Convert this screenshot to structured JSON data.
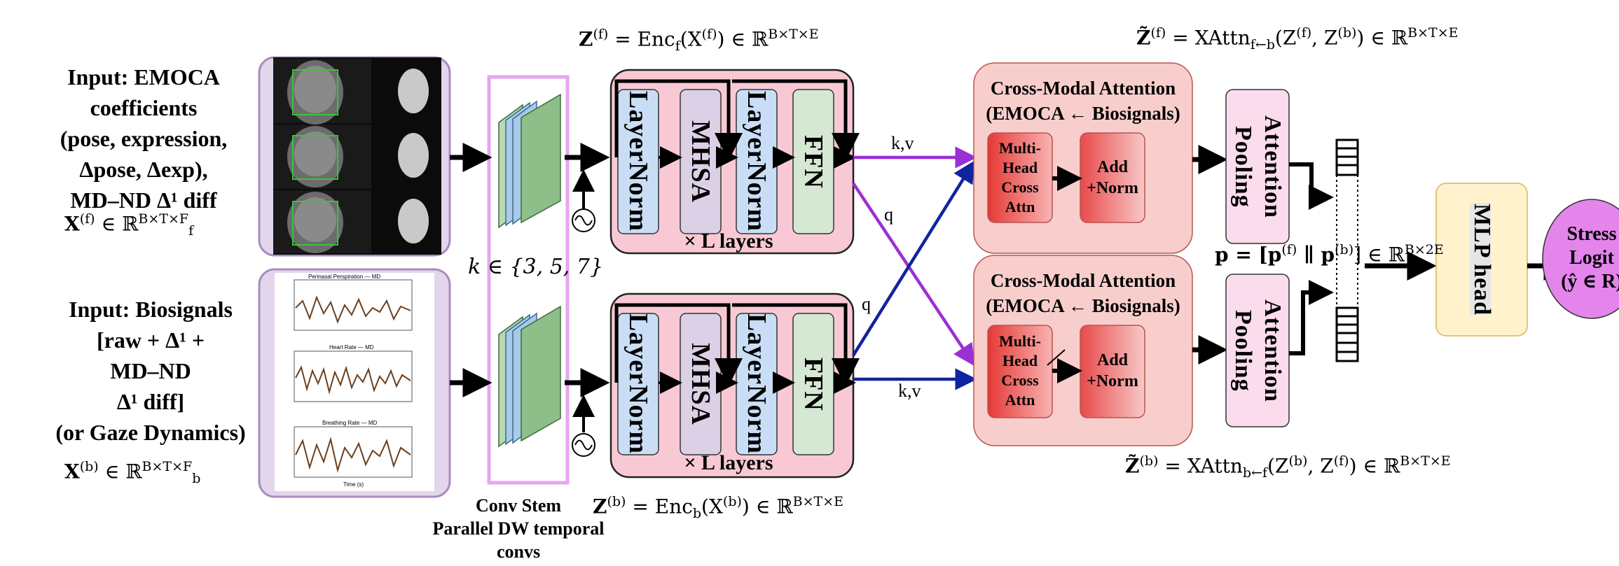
{
  "inputs": {
    "emoca_title_lines": [
      "Input: EMOCA",
      "coefficients",
      "(pose, expression,",
      "Δpose, Δexp),",
      "MD–ND Δ¹ diff"
    ],
    "emoca_symbol": "X",
    "emoca_symbol_sup": "(f)",
    "emoca_space": "∈ ℝ",
    "emoca_space_sup": "B×T×F",
    "emoca_space_sub": "f",
    "bio_title_lines": [
      "Input: Biosignals",
      "[raw + Δ¹ +",
      "MD–ND",
      "Δ¹ diff]",
      "(or Gaze Dynamics)"
    ],
    "bio_symbol": "X",
    "bio_symbol_sup": "(b)",
    "bio_space": "∈ ℝ",
    "bio_space_sup": "B×T×F",
    "bio_space_sub": "b"
  },
  "thumbnails": {
    "plot_titles": [
      "Perinasal Perspiration — MD",
      "Heart Rate — MD",
      "Breathing Rate — MD"
    ],
    "plot_xlabel": "Time (s)"
  },
  "conv_stem": {
    "kernel_label": "k ∈ {3, 5, 7}",
    "caption_lines": [
      "Conv Stem",
      "Parallel DW temporal",
      "convs"
    ]
  },
  "encoder": {
    "top_eq": {
      "lhs": "Z",
      "sup": "(f)",
      "mid": " = Enc",
      "sub": "f",
      "arg": "(X",
      "argsup": "(f)",
      "rhs": ") ∈ ℝ",
      "rhssup": "B×T×E"
    },
    "bottom_eq": {
      "lhs": "Z",
      "sup": "(b)",
      "mid": " = Enc",
      "sub": "b",
      "arg": "(X",
      "argsup": "(b)",
      "rhs": ") ∈ ℝ",
      "rhssup": "B×T×E"
    },
    "blocks": [
      "LayerNorm",
      "MHSA",
      "LayerNorm",
      "FFN"
    ],
    "layers_label": "× L layers"
  },
  "edges": {
    "kv": "k,v",
    "q": "q"
  },
  "cross_attention": {
    "title_line1": "Cross-Modal Attention",
    "title_line2": "(EMOCA ← Biosignals)",
    "mhca_lines": [
      "Multi-",
      "Head",
      "Cross",
      "Attn"
    ],
    "addnorm_lines": [
      "Add",
      "+Norm"
    ],
    "top_eq": {
      "lhs": "Z̃",
      "sup": "(f)",
      "mid": " = XAttn",
      "sub": "f←b",
      "arg": "(Z",
      "a1sup": "(f)",
      "comma": ", Z",
      "a2sup": "(b)",
      "rhs": ") ∈ ℝ",
      "rhssup": "B×T×E"
    },
    "bottom_eq": {
      "lhs": "Z̃",
      "sup": "(b)",
      "mid": " = XAttn",
      "sub": "b←f",
      "arg": "(Z",
      "a1sup": "(b)",
      "comma": ", Z",
      "a2sup": "(f)",
      "rhs": ") ∈ ℝ",
      "rhssup": "B×T×E"
    }
  },
  "pooling": {
    "label": "Attention Pooling"
  },
  "concat": {
    "eq": {
      "lhs": "p = [p",
      "s1": "(f)",
      "mid": " ∥ p",
      "s2": "(b)",
      "rhs": "] ∈ ℝ",
      "rsup": "B×2E"
    }
  },
  "mlp": {
    "label": "MLP head"
  },
  "output": {
    "lines": [
      "Stress",
      "Logit",
      "(ŷ ∈ R)"
    ]
  },
  "colors": {
    "purple_panel": "#e3d6ec",
    "purple_border": "#a98bbf",
    "encoder_fill": "#f8c9d4",
    "layernorm_fill": "#c9def6",
    "mhsa_fill": "#dcd0e6",
    "ffn_fill": "#d5e8d4",
    "cross_fill": "#f8cecc",
    "pool_fill": "#fadcec",
    "mlp_fill": "#fff2cc",
    "output_fill": "#e485ec",
    "kv_top": "#9b2fd6",
    "kv_bottom": "#1024a0"
  }
}
